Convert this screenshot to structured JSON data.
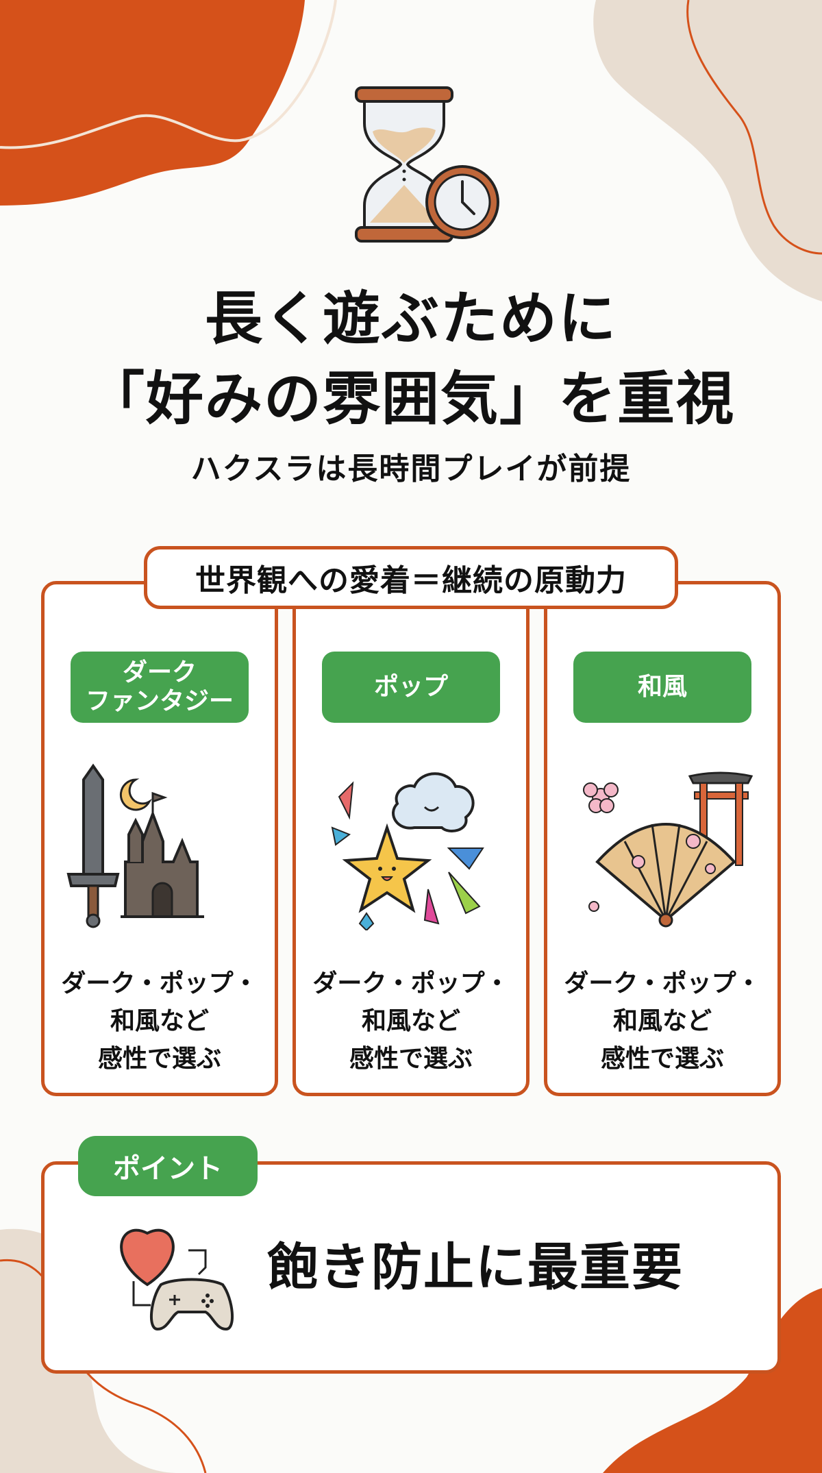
{
  "colors": {
    "accent_orange": "#d5511a",
    "border_orange": "#c9531f",
    "beige": "#e8ddd1",
    "green": "#46a34f",
    "text": "#111111",
    "background": "#fbfbf9"
  },
  "hero": {
    "icon": "hourglass-clock-icon",
    "title_line1": "長く遊ぶために",
    "title_line2": "「好みの雰囲気」を重視",
    "subtitle": "ハクスラは長時間プレイが前提"
  },
  "section": {
    "header": "世界観への愛着＝継続の原動力",
    "cards": [
      {
        "tag": "ダーク\nファンタジー",
        "tag_line1": "ダーク",
        "tag_line2": "ファンタジー",
        "icon": "sword-castle-icon",
        "desc_line1": "ダーク・ポップ・",
        "desc_line2": "和風など",
        "desc_line3": "感性で選ぶ"
      },
      {
        "tag": "ポップ",
        "tag_line1": "ポップ",
        "tag_line2": "",
        "icon": "star-cloud-icon",
        "desc_line1": "ダーク・ポップ・",
        "desc_line2": "和風など",
        "desc_line3": "感性で選ぶ"
      },
      {
        "tag": "和風",
        "tag_line1": "和風",
        "tag_line2": "",
        "icon": "fan-torii-sakura-icon",
        "desc_line1": "ダーク・ポップ・",
        "desc_line2": "和風など",
        "desc_line3": "感性で選ぶ"
      }
    ]
  },
  "point": {
    "tag": "ポイント",
    "icon": "heart-gamepad-icon",
    "text": "飽き防止に最重要"
  }
}
